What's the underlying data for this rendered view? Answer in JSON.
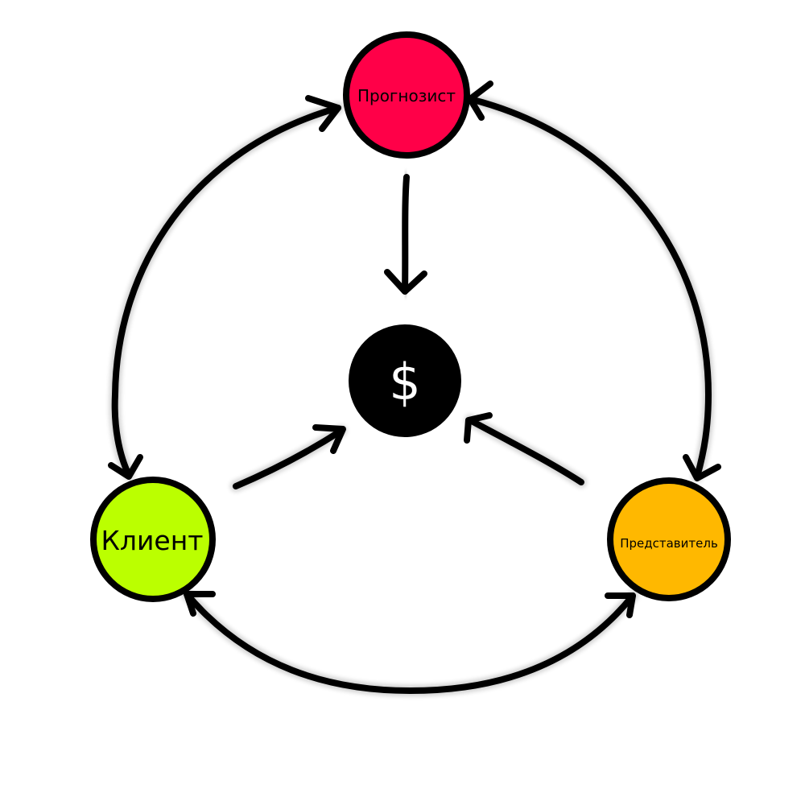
{
  "nodes": {
    "forecaster": {
      "label": "Прогнозист",
      "color": "#ff0048"
    },
    "client": {
      "label": "Клиент",
      "color": "#bbff00"
    },
    "representative": {
      "label": "Представитель",
      "color": "#ffb800"
    }
  },
  "center": {
    "label": "$",
    "color": "#000000"
  },
  "edges": [
    {
      "from": "forecaster",
      "to": "client",
      "bidirectional": true
    },
    {
      "from": "forecaster",
      "to": "representative",
      "bidirectional": true
    },
    {
      "from": "client",
      "to": "representative",
      "bidirectional": true
    },
    {
      "from": "forecaster",
      "to": "center",
      "bidirectional": false
    },
    {
      "from": "client",
      "to": "center",
      "bidirectional": false
    },
    {
      "from": "representative",
      "to": "center",
      "bidirectional": false
    }
  ]
}
